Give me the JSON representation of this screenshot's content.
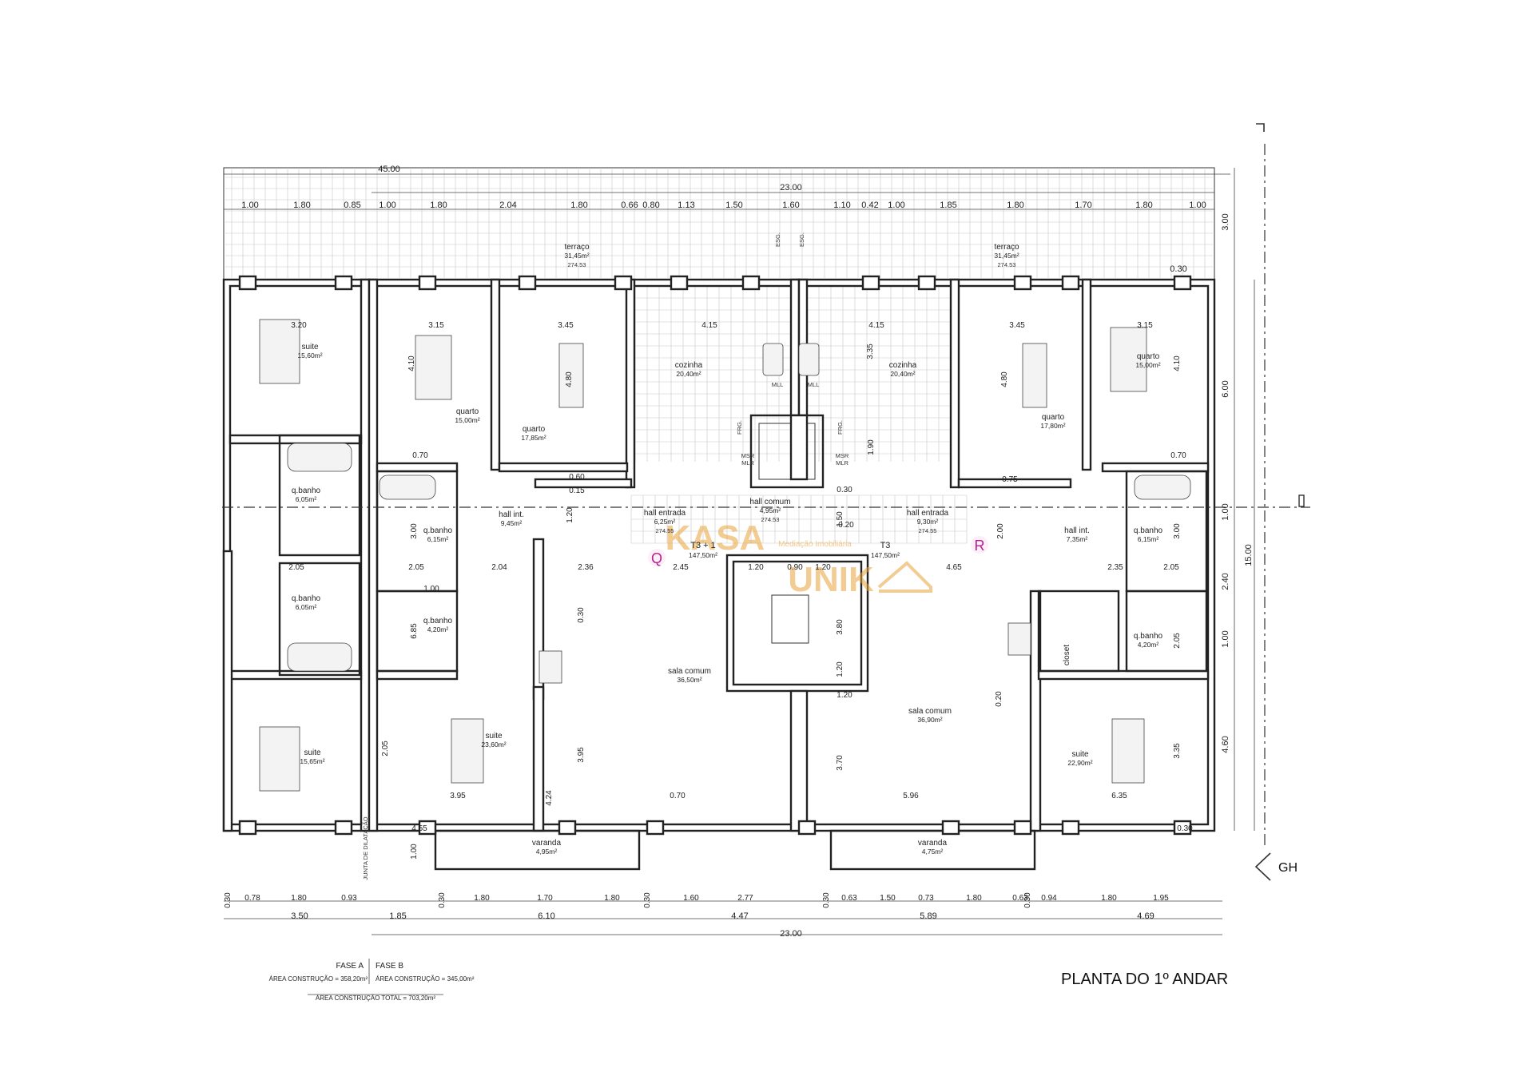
{
  "drawing_title": "PLANTA DO 1º ANDAR",
  "section_marker": "GH",
  "units": {
    "left": "Q",
    "right": "R"
  },
  "unit_labels": {
    "left": {
      "type": "T3 + 1",
      "area": "147,50m²"
    },
    "right": {
      "type": "T3",
      "area": "147,50m²"
    }
  },
  "watermark": {
    "line1": "KASA",
    "line2": "UNIK",
    "sub": "Mediação Imobiliária"
  },
  "rooms": [
    {
      "name": "terraço",
      "area": "31,45m²",
      "code": "274.53"
    },
    {
      "name": "terraço",
      "area": "31,45m²",
      "code": "274.53"
    },
    {
      "name": "suite",
      "area": "15,60m²"
    },
    {
      "name": "quarto",
      "area": "15,00m²"
    },
    {
      "name": "quarto",
      "area": "17,85m²"
    },
    {
      "name": "cozinha",
      "area": "20,40m²"
    },
    {
      "name": "cozinha",
      "area": "20,40m²"
    },
    {
      "name": "quarto",
      "area": "17,80m²"
    },
    {
      "name": "quarto",
      "area": "15,00m²"
    },
    {
      "name": "q.banho",
      "area": "6,05m²"
    },
    {
      "name": "q.banho",
      "area": "6,15m²"
    },
    {
      "name": "hall int.",
      "area": "9,45m²"
    },
    {
      "name": "hall entrada",
      "area": "6,25m²",
      "code": "274.55"
    },
    {
      "name": "hall comum",
      "area": "4,95m²",
      "code": "274.53"
    },
    {
      "name": "hall entrada",
      "area": "9,30m²",
      "code": "274.55"
    },
    {
      "name": "hall int.",
      "area": "7,35m²"
    },
    {
      "name": "q.banho",
      "area": "6,15m²"
    },
    {
      "name": "q.banho",
      "area": "6,05m²"
    },
    {
      "name": "q.banho",
      "area": "4,20m²"
    },
    {
      "name": "sala comum",
      "area": "36,50m²"
    },
    {
      "name": "sala comum",
      "area": "36,90m²"
    },
    {
      "name": "closet",
      "area": ""
    },
    {
      "name": "q.banho",
      "area": "4,20m²"
    },
    {
      "name": "suite",
      "area": "15,65m²"
    },
    {
      "name": "suite",
      "area": "23,60m²"
    },
    {
      "name": "suite",
      "area": "22,90m²"
    },
    {
      "name": "varanda",
      "area": "4,95m²"
    },
    {
      "name": "varanda",
      "area": "4,75m²"
    }
  ],
  "fixtures": {
    "esg": "ESG.",
    "mll": "MLL",
    "frg": "FRG.",
    "msr": "MSR",
    "mlr": "MLR",
    "joint": "JUNTA DE DILATAÇÃO"
  },
  "dims_top": {
    "overall_left": "45.00",
    "overall": "23.00",
    "segments": [
      "1.00",
      "1.80",
      "0.85",
      "1.00",
      "1.80",
      "2.04",
      "1.80",
      "0.66",
      "0.80",
      "1.13",
      "1.50",
      "1.60",
      "1.10",
      "0.42",
      "1.00",
      "1.85",
      "1.80",
      "1.70",
      "1.80",
      "1.00"
    ]
  },
  "dims_bottom": {
    "row1": [
      "0.30",
      "0.78",
      "1.80",
      "0.93",
      "0.30",
      "1.80",
      "1.70",
      "1.80",
      "0.30",
      "1.60",
      "2.77",
      "0.30",
      "0.63",
      "1.50",
      "0.73",
      "1.80",
      "0.63",
      "0.30",
      "0.94",
      "1.80",
      "1.95"
    ],
    "row2": [
      "3.50",
      "1.85",
      "6.10",
      "4.47",
      "5.89",
      "4.69"
    ],
    "overall": "23.00"
  },
  "dims_right": [
    "3.00",
    "0.30",
    "6.00",
    "1.00",
    "2.40",
    "1.00",
    "4.60",
    "15.00"
  ],
  "dims_inner": [
    "3.20",
    "3.15",
    "3.45",
    "4.15",
    "4.15",
    "3.45",
    "3.15",
    "4.10",
    "4.80",
    "3.35",
    "4.80",
    "4.10",
    "0.70",
    "0.60",
    "0.15",
    "1.90",
    "0.30",
    "0.75",
    "0.70",
    "1.20",
    "1.50",
    "0.20",
    "2.00",
    "3.00",
    "3.00",
    "2.05",
    "2.05",
    "2.04",
    "2.36",
    "2.45",
    "1.20",
    "0.90",
    "1.20",
    "4.65",
    "2.35",
    "2.05",
    "1.00",
    "0.30",
    "3.80",
    "1.20",
    "1.20",
    "0.20",
    "6.85",
    "2.05",
    "2.05",
    "3.95",
    "3.70",
    "3.35",
    "3.95",
    "4.24",
    "0.70",
    "5.96",
    "6.35",
    "4.55",
    "0.30",
    "1.00"
  ],
  "areas": {
    "fase_a": {
      "label": "FASE A",
      "line": "ÁREA CONSTRUÇÃO = 358,20m²"
    },
    "fase_b": {
      "label": "FASE B",
      "line": "ÁREA CONSTRUÇÃO = 345,00m²"
    },
    "total": "ÁREA CONSTRUÇÃO TOTAL = 703,20m²"
  }
}
